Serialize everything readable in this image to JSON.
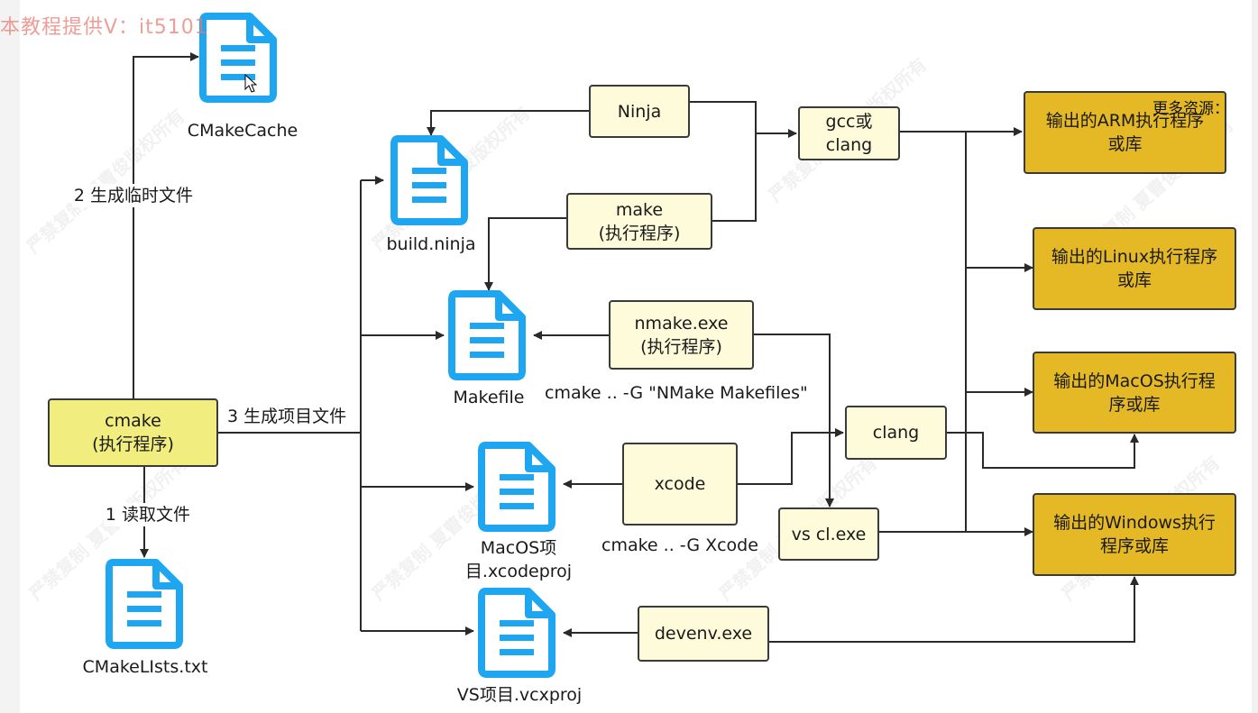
{
  "watermarks": {
    "top_left": "本教程提供V：it5101",
    "right_edge": "更多资源：",
    "diagonal": "严禁复制 夏曹俊版权所有"
  },
  "nodes": {
    "cmake": "cmake\n(执行程序)",
    "ninja": "Ninja",
    "make": "make\n(执行程序)",
    "gcc": "gcc或\nclang",
    "nmake": "nmake.exe\n(执行程序)",
    "clang": "clang",
    "xcode": "xcode",
    "vscl": "vs cl.exe",
    "devenv": "devenv.exe",
    "out_arm": "输出的ARM执行程序\n或库",
    "out_linux": "输出的Linux执行程序\n或库",
    "out_macos": "输出的MacOS执行程\n序或库",
    "out_windows": "输出的Windows执行\n程序或库"
  },
  "files": {
    "cmakecache": "CMakeCache",
    "build_ninja": "build.ninja",
    "makefile": "Makefile",
    "xcodeproj": "MacOS项\n目.xcodeproj",
    "vcxproj": "VS项目.vcxproj",
    "cmakelists": "CMakeLIsts.txt"
  },
  "edge_labels": {
    "step1": "1 读取文件",
    "step2": "2 生成临时文件",
    "step3": "3 生成项目文件",
    "nmake_cmd": "cmake .. -G \"NMake Makefiles\"",
    "xcode_cmd": "cmake .. -G Xcode"
  },
  "colors": {
    "doc_icon": "#1ea7f0",
    "cmake_box": "#f1ee7f",
    "tool_box": "#fdfbd9",
    "output_box": "#e4b925",
    "line": "#2a2a2a"
  }
}
